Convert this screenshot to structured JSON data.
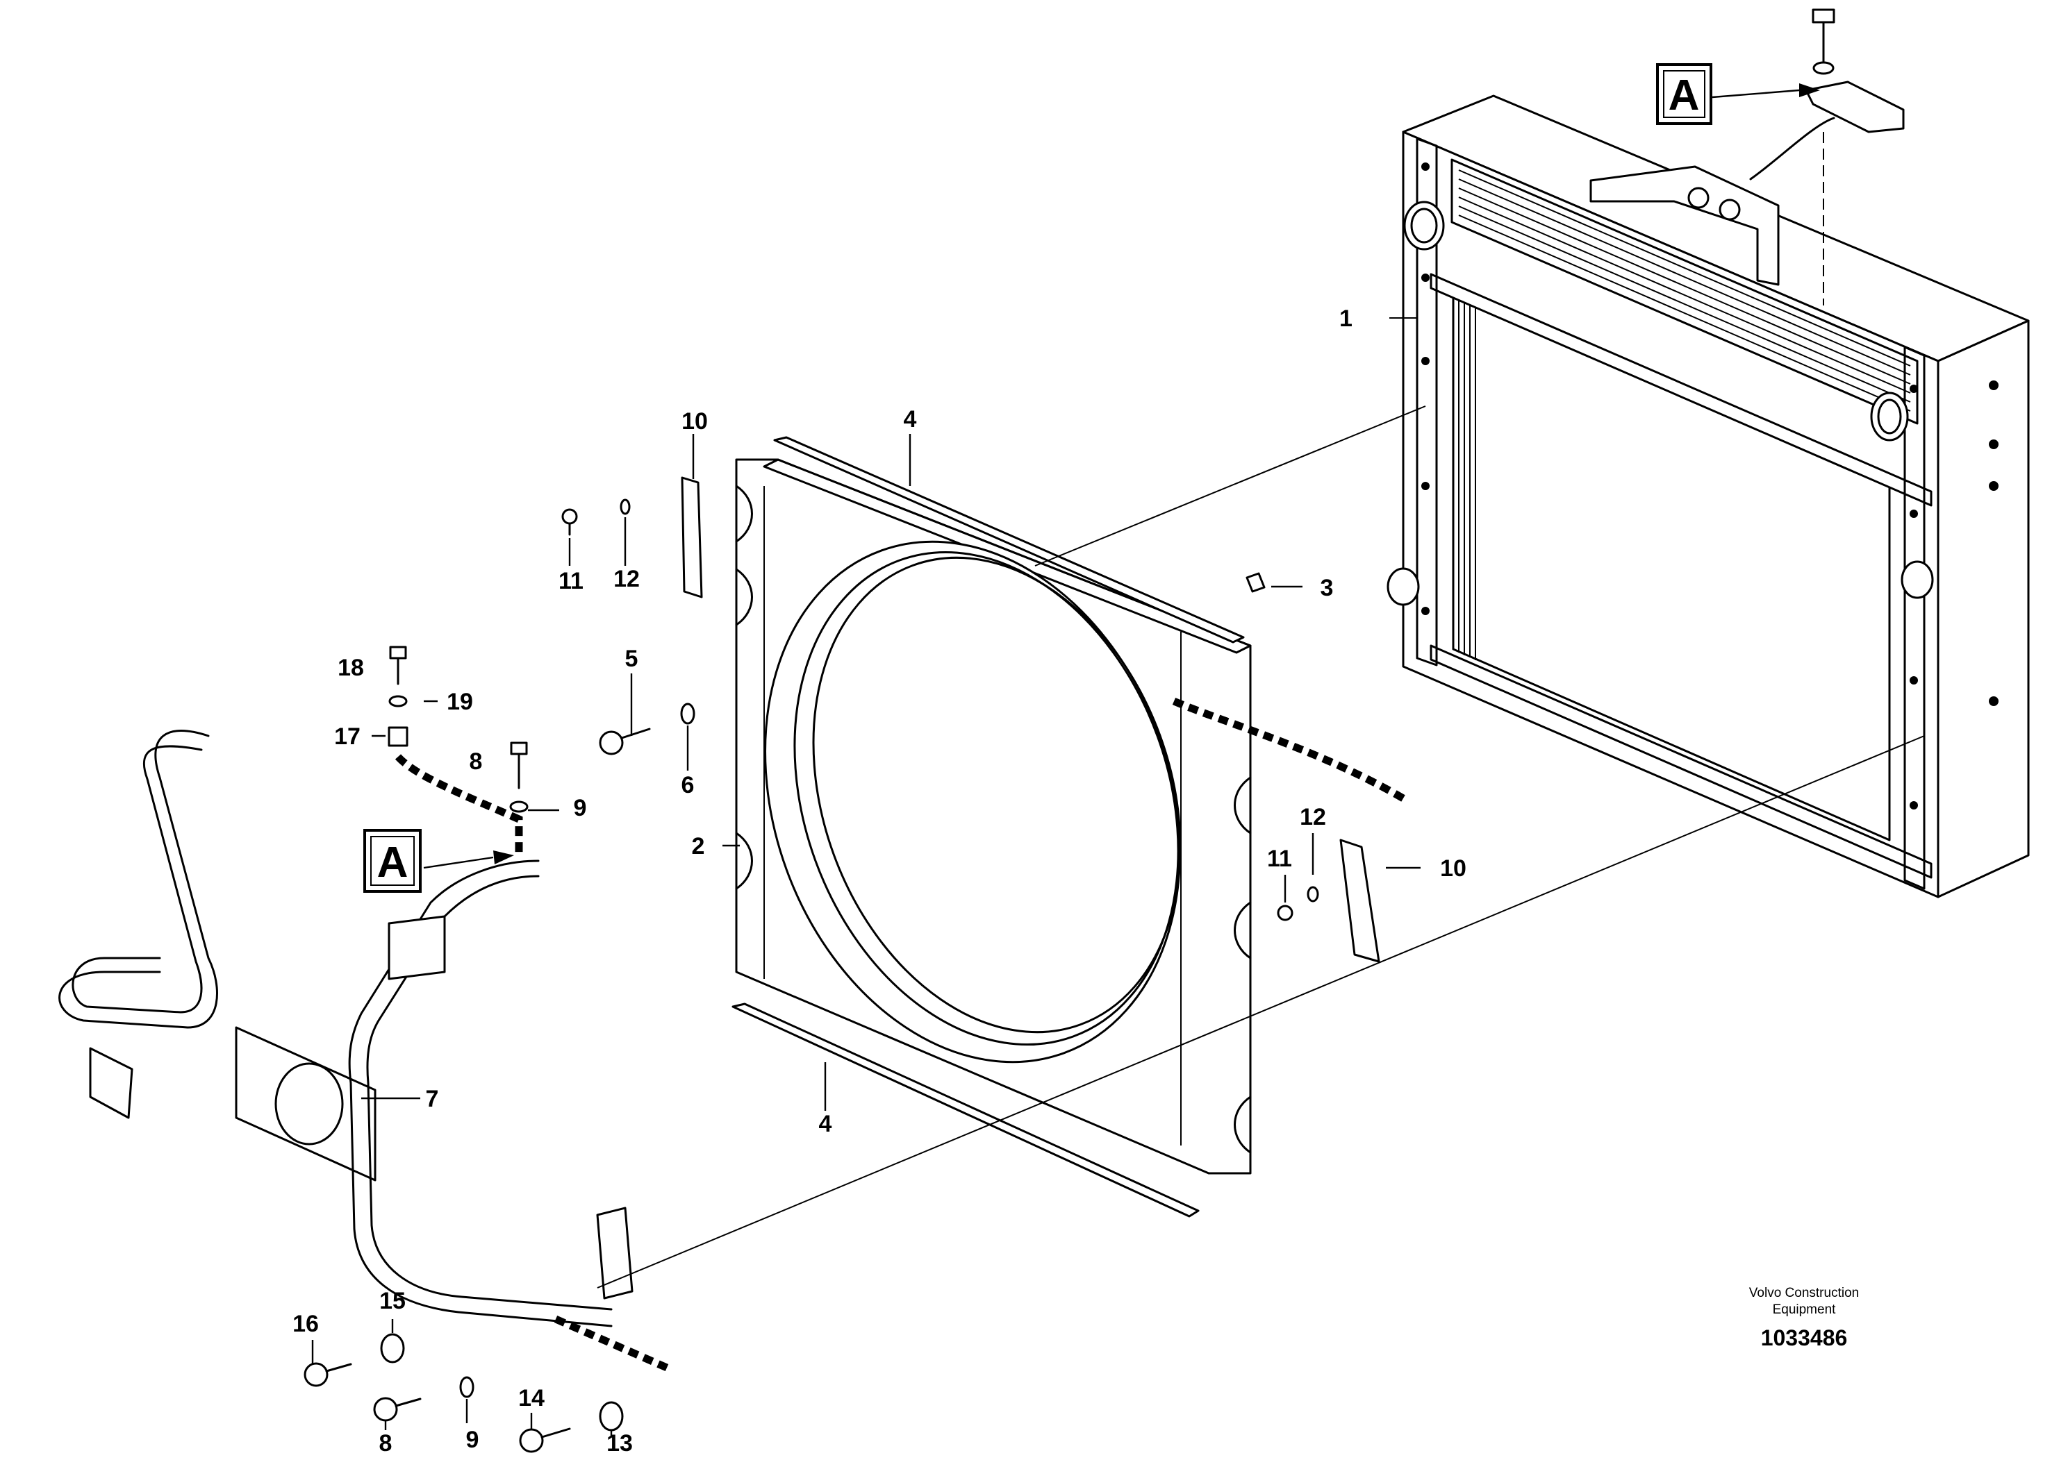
{
  "diagram": {
    "callouts": [
      {
        "id": "callout-a-top",
        "text": "A"
      },
      {
        "id": "callout-a-left",
        "text": "A"
      }
    ],
    "part_labels": [
      {
        "id": "label-1",
        "text": "1"
      },
      {
        "id": "label-2",
        "text": "2"
      },
      {
        "id": "label-3",
        "text": "3"
      },
      {
        "id": "label-4-top",
        "text": "4"
      },
      {
        "id": "label-4-bottom",
        "text": "4"
      },
      {
        "id": "label-5",
        "text": "5"
      },
      {
        "id": "label-6",
        "text": "6"
      },
      {
        "id": "label-7",
        "text": "7"
      },
      {
        "id": "label-8-upper",
        "text": "8"
      },
      {
        "id": "label-8-lower",
        "text": "8"
      },
      {
        "id": "label-9-upper",
        "text": "9"
      },
      {
        "id": "label-9-lower",
        "text": "9"
      },
      {
        "id": "label-10-left",
        "text": "10"
      },
      {
        "id": "label-10-right",
        "text": "10"
      },
      {
        "id": "label-11-left",
        "text": "11"
      },
      {
        "id": "label-11-right",
        "text": "11"
      },
      {
        "id": "label-12-left",
        "text": "12"
      },
      {
        "id": "label-12-right",
        "text": "12"
      },
      {
        "id": "label-13",
        "text": "13"
      },
      {
        "id": "label-14",
        "text": "14"
      },
      {
        "id": "label-15",
        "text": "15"
      },
      {
        "id": "label-16",
        "text": "16"
      },
      {
        "id": "label-17",
        "text": "17"
      },
      {
        "id": "label-18",
        "text": "18"
      },
      {
        "id": "label-19",
        "text": "19"
      }
    ],
    "credit_line1": "Volvo Construction",
    "credit_line2": "Equipment",
    "document_number": "1033486"
  }
}
